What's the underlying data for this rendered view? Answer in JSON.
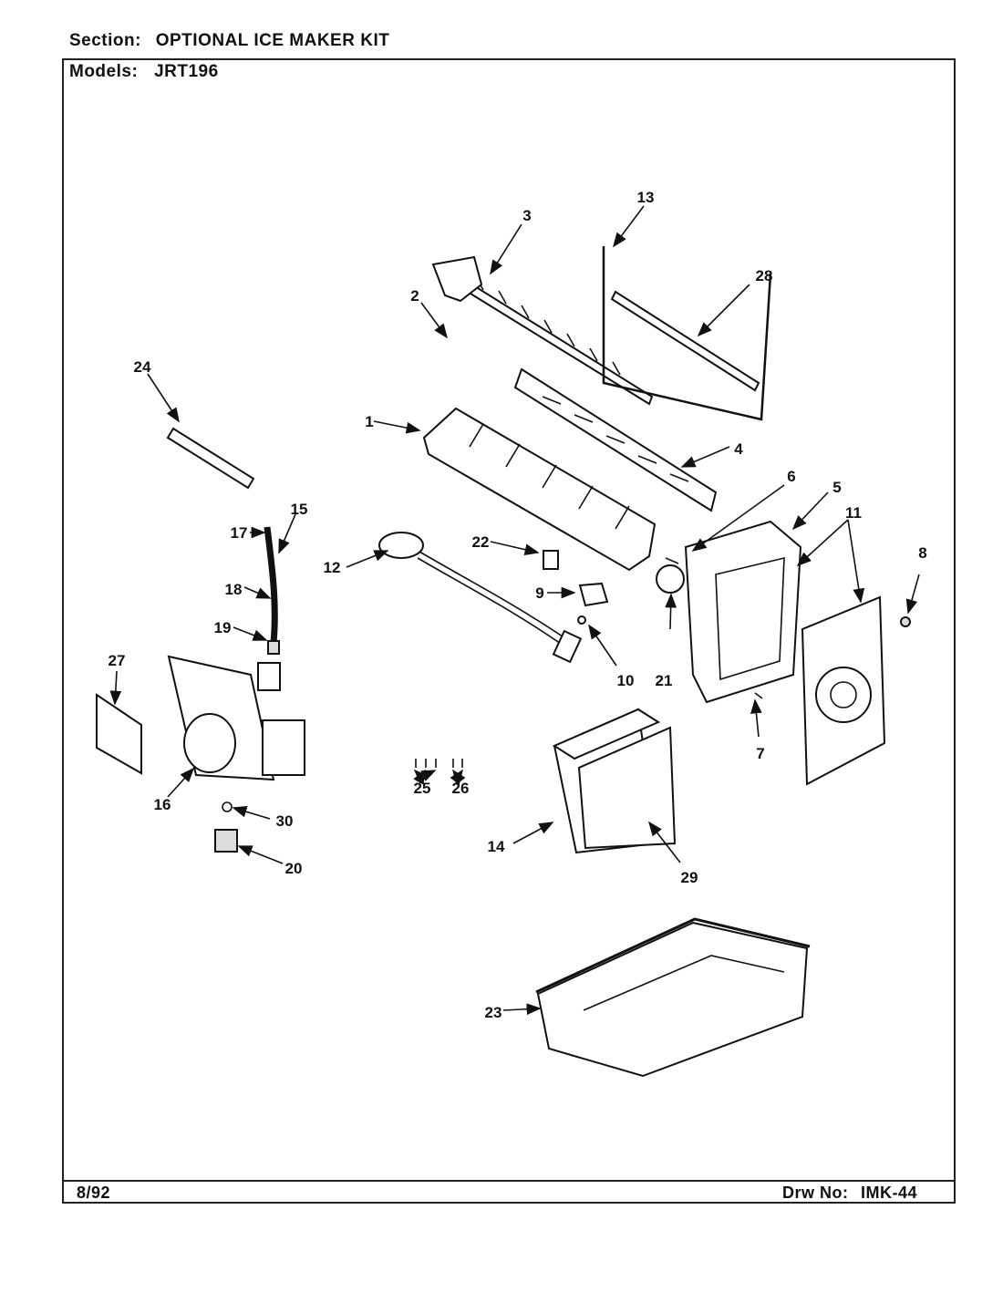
{
  "header": {
    "section_label": "Section:",
    "section_value": "OPTIONAL ICE MAKER KIT",
    "models_label": "Models:",
    "models_value": "JRT196"
  },
  "footer": {
    "date": "8/92",
    "drawing_label": "Drw No:",
    "drawing_value": "IMK-44"
  },
  "callouts": [
    "1",
    "2",
    "3",
    "4",
    "5",
    "6",
    "7",
    "8",
    "9",
    "10",
    "11",
    "12",
    "13",
    "14",
    "15",
    "16",
    "17",
    "18",
    "19",
    "20",
    "21",
    "22",
    "23",
    "24",
    "25",
    "26",
    "27",
    "28",
    "29",
    "30"
  ]
}
